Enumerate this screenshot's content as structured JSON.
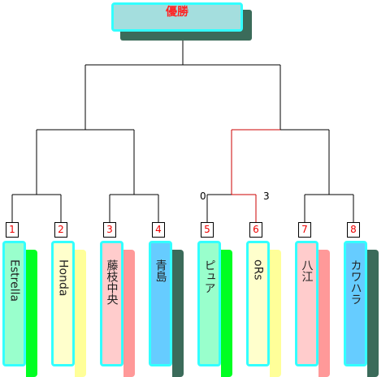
{
  "title": "優勝",
  "teams": [
    {
      "seed": "1",
      "name": "Estrella",
      "fill": "#99ffcc",
      "shadow": "#00ff22"
    },
    {
      "seed": "2",
      "name": "Honda",
      "fill": "#ffffcc",
      "shadow": "#ffff99"
    },
    {
      "seed": "3",
      "name": "藤枝中央",
      "fill": "#ffcccc",
      "shadow": "#ff9999"
    },
    {
      "seed": "4",
      "name": "青島",
      "fill": "#66ccff",
      "shadow": "#3b6b5a"
    },
    {
      "seed": "5",
      "name": "ピュア",
      "fill": "#99ffcc",
      "shadow": "#00ff22"
    },
    {
      "seed": "6",
      "name": "oRs",
      "fill": "#ffffcc",
      "shadow": "#ffff99"
    },
    {
      "seed": "7",
      "name": "八江",
      "fill": "#ffcccc",
      "shadow": "#ff9999"
    },
    {
      "seed": "8",
      "name": "カワハラ",
      "fill": "#66ccff",
      "shadow": "#3b6b5a"
    }
  ],
  "scores": {
    "left": "0",
    "right": "3"
  },
  "colors": {
    "line": "#000000",
    "winner_line": "#cc0000",
    "card_border": "#33ffff"
  }
}
